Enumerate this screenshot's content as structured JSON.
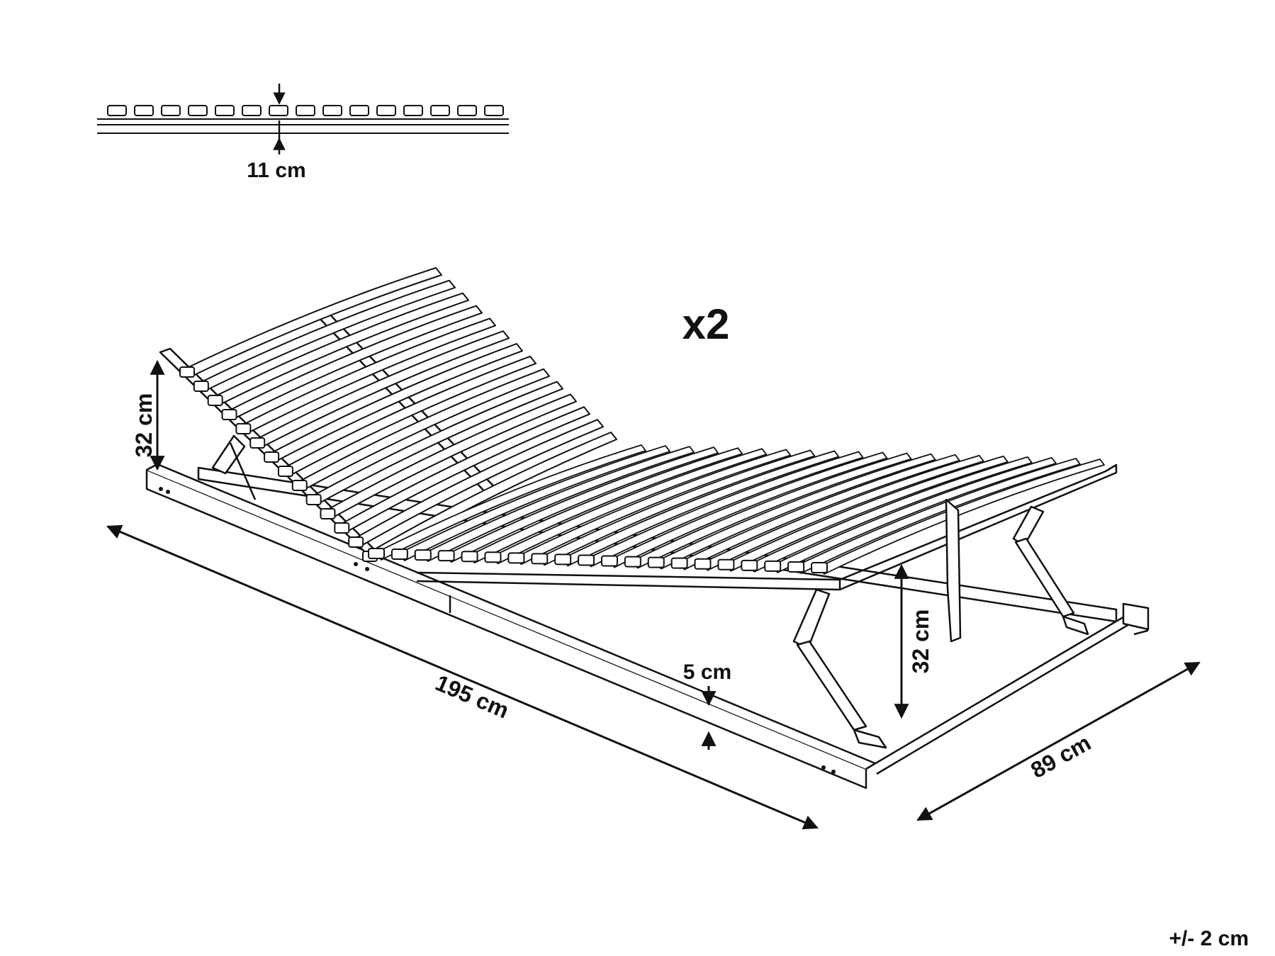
{
  "labels": {
    "slat_thickness": "11 cm",
    "quantity": "x2",
    "head_height": "32 cm",
    "leg_height": "32 cm",
    "length": "195 cm",
    "width": "89 cm",
    "frame_height": "5 cm",
    "tolerance": "+/- 2 cm"
  },
  "colors": {
    "line": "#111111",
    "background": "#ffffff"
  }
}
